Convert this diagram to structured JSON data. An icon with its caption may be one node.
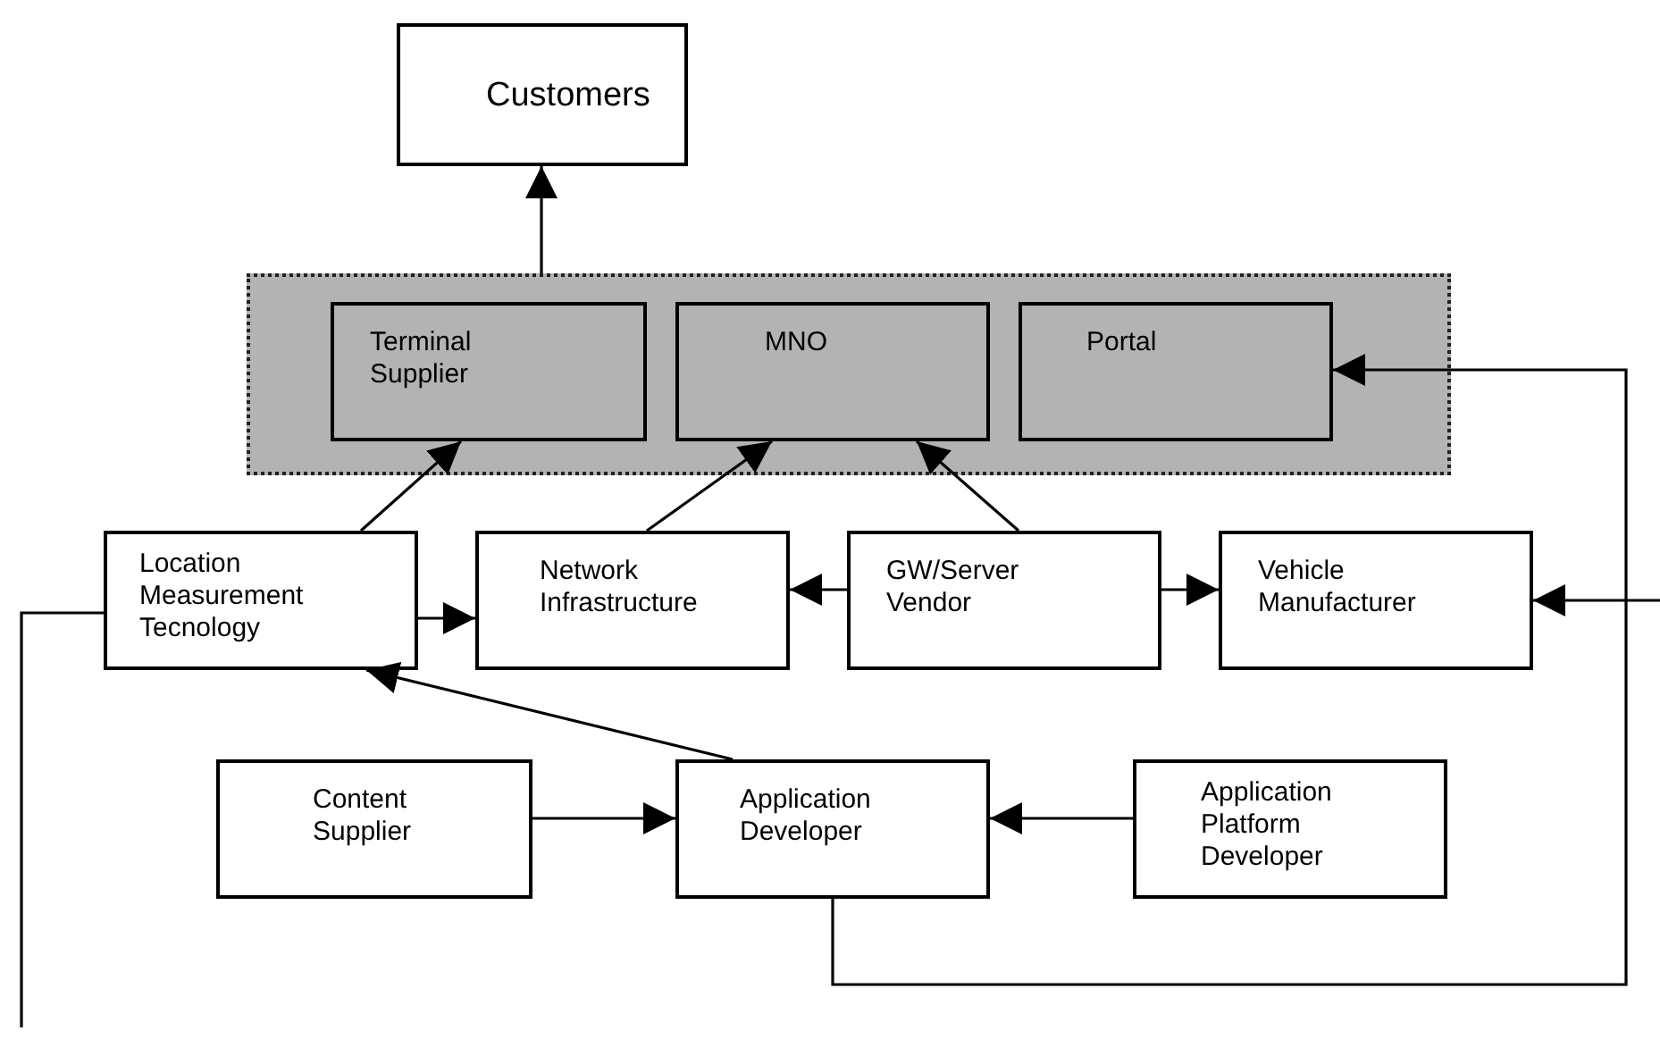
{
  "diagram": {
    "nodes": [
      {
        "text": [
          "Customers"
        ]
      },
      {
        "text": [],
        "shape": "box"
      },
      {
        "text": [
          "Terminal Supplier"
        ],
        "in": 1
      },
      {
        "text": [
          "MNO"
        ],
        "in": 1
      },
      {
        "text": [
          "Portal"
        ],
        "in": 1
      },
      {
        "text": [
          "Location Measurement Tecnology"
        ]
      },
      {
        "text": [
          "Network Infrastructure"
        ]
      },
      {
        "text": [
          "GW/Server Vendor"
        ]
      },
      {
        "text": [
          "Vehicle Manufacturer"
        ]
      },
      {
        "text": [
          "Content Supplier"
        ]
      },
      {
        "text": [
          "Application Developer"
        ]
      },
      {
        "text": [
          "Application Platform Developer"
        ]
      }
    ],
    "edges": [
      {
        "from": 1,
        "to": 0,
        "arrow": "to"
      },
      {
        "from": 5,
        "to": 2,
        "arrow": "to"
      },
      {
        "from": 6,
        "to": 3,
        "arrow": "to"
      },
      {
        "from": 7,
        "to": 3,
        "arrow": "to"
      },
      {
        "from": 5,
        "to": 6,
        "arrow": "to"
      },
      {
        "from": 7,
        "to": 6,
        "arrow": "to"
      },
      {
        "from": 7,
        "to": 8,
        "arrow": "to"
      },
      {
        "from": 10,
        "to": 5,
        "arrow": "to"
      },
      {
        "from": 9,
        "to": 10,
        "arrow": "to"
      },
      {
        "from": 11,
        "to": 10,
        "arrow": "to"
      },
      {
        "from": 10,
        "to": 4,
        "arrow": "to"
      },
      {
        "from": null,
        "to": 8,
        "arrow": "to"
      },
      {
        "from": 5,
        "to": null,
        "arrow": "none"
      }
    ]
  }
}
